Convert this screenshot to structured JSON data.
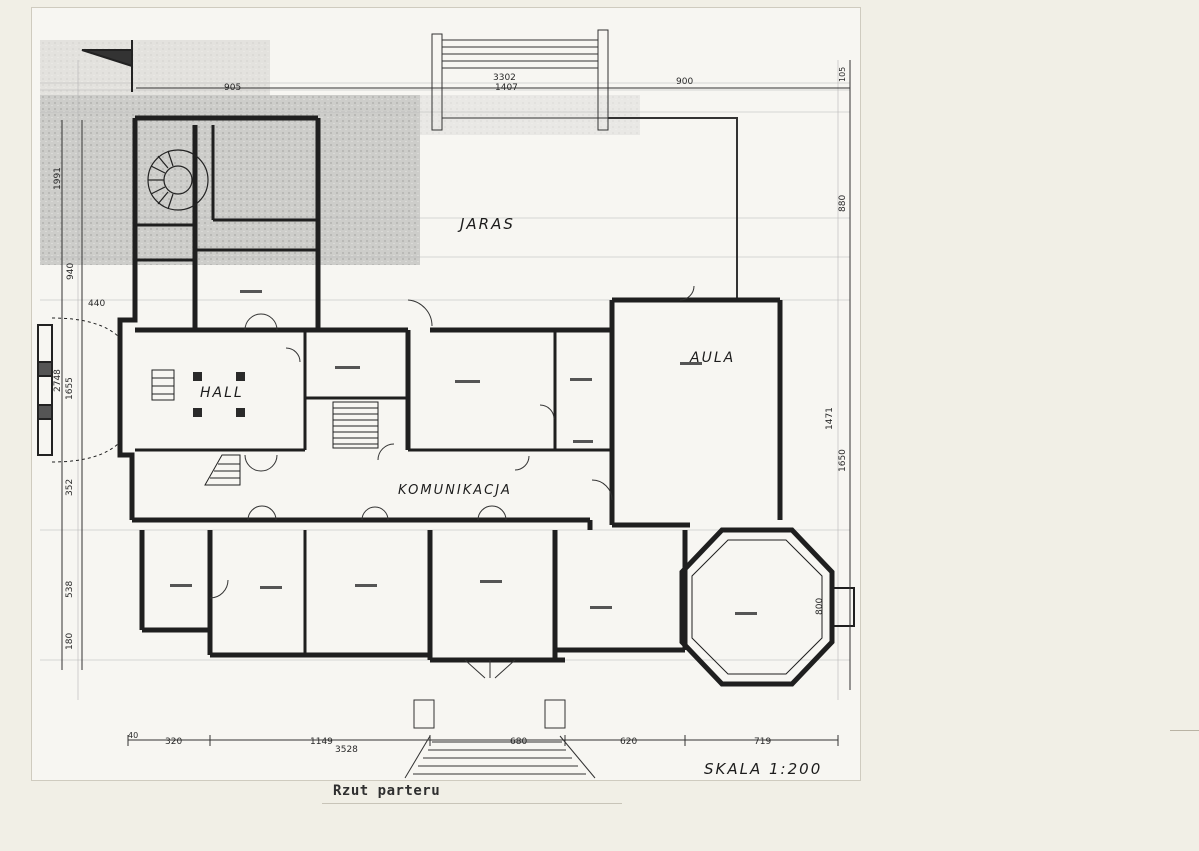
{
  "caption": "Rzut parteru",
  "scale_label": "SKALA 1:200",
  "rooms": {
    "terrace": "JARAS",
    "hall": "HALL",
    "aula": "AULA",
    "corridor": "KOMUNIKACJA"
  },
  "dimensions": {
    "top": [
      "3302",
      "1407",
      "905",
      "900",
      "105"
    ],
    "left": [
      "440",
      "940",
      "1991",
      "2748",
      "1655",
      "352",
      "538",
      "180"
    ],
    "right": [
      "880",
      "1471",
      "1650",
      "800"
    ],
    "bottom": [
      "40",
      "320",
      "1149",
      "3528",
      "680",
      "620",
      "719"
    ]
  }
}
